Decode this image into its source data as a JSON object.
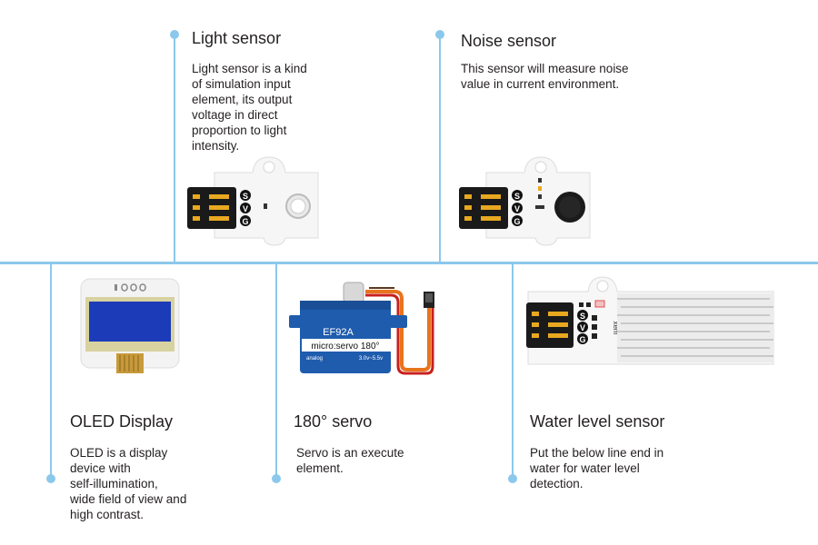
{
  "modules": [
    {
      "title": "Light sensor",
      "description": "Light sensor is a kind\nof simulation input\nelement, its output\nvoltage in direct\nproportion to light\nintensity."
    },
    {
      "title": "Noise sensor",
      "description": "This sensor will measure noise\n value in current environment."
    },
    {
      "title": "OLED  Display",
      "description": "OLED is a display\ndevice with\nself-illumination,\nwide field of view and\nhigh contrast."
    },
    {
      "title": "180° servo",
      "description": "Servo is an execute\nelement."
    },
    {
      "title": "Water level sensor",
      "description": "Put the below line end in\nwater for water level\ndetection."
    }
  ],
  "pin_labels": [
    "S",
    "V",
    "G"
  ],
  "servo_labels": {
    "model": "EF92A",
    "brand": "micro:servo 180°",
    "type": "analog",
    "voltage": "3.0v~5.5v"
  },
  "water_label": "xem",
  "colors": {
    "line": "#8cc8ec",
    "servo_body": "#1f5cae",
    "wire_orange": "#e8741e",
    "wire_red": "#c8201e",
    "oled_screen": "#1c3bb8"
  }
}
